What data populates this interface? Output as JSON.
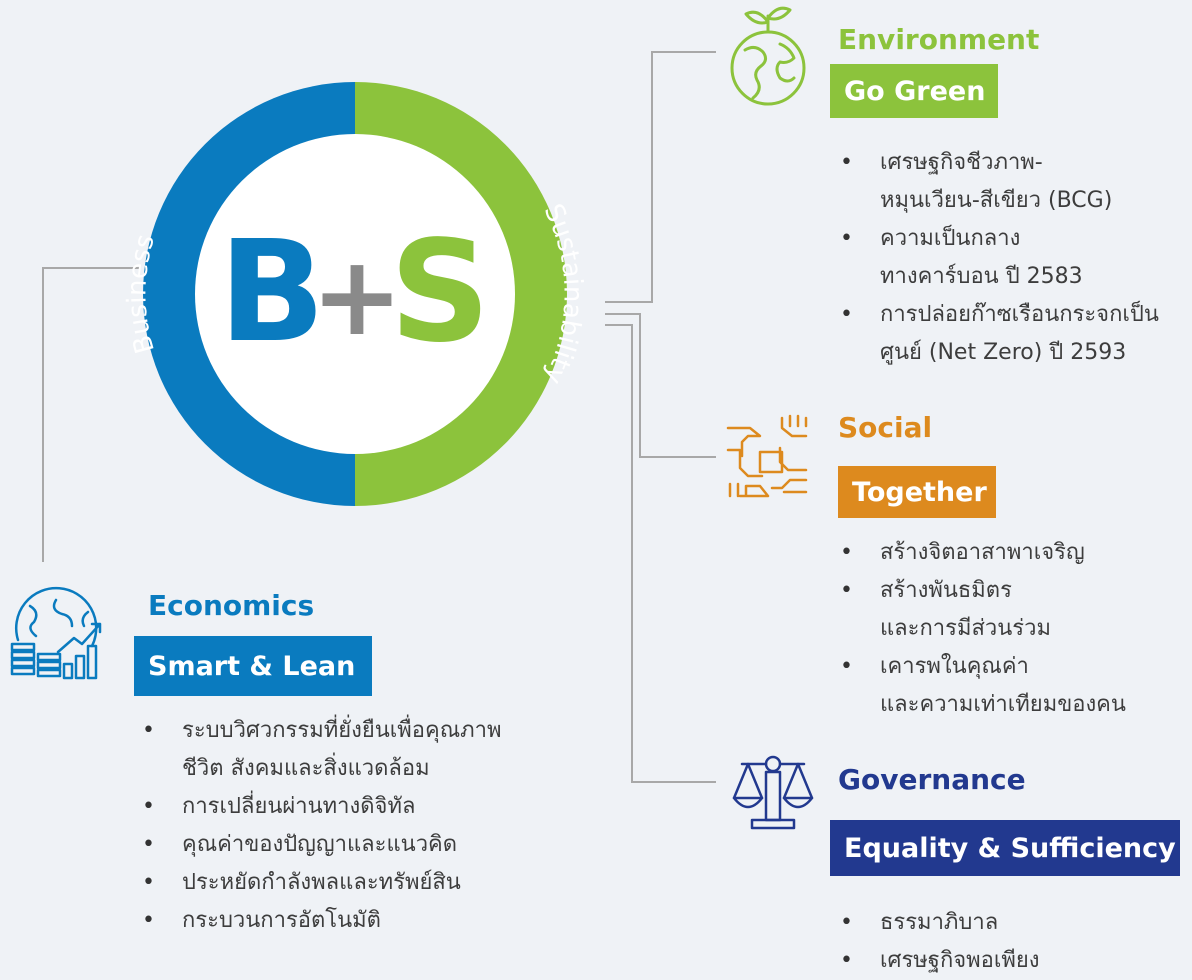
{
  "center": {
    "left_letter": "B",
    "plus": "+",
    "right_letter": "S",
    "left_ring_label": "Business",
    "right_ring_label": "Sustainability"
  },
  "colors": {
    "blue": "#0a7bbf",
    "green": "#8cc33c",
    "orange": "#dd8a1e",
    "navy": "#22398f",
    "plus_gray": "#8a8a8a",
    "connector_gray": "#a8a8a8"
  },
  "pillars": {
    "environment": {
      "category": "Environment",
      "tagline": "Go Green",
      "icon": "globe-sprout-icon",
      "bullets": [
        [
          "เศรษฐกิจชีวภาพ-",
          "หมุนเวียน-สีเขียว (BCG)"
        ],
        [
          "ความเป็นกลาง",
          "ทางคาร์บอน ปี 2583"
        ],
        [
          "การปล่อยก๊าซเรือนกระจกเป็น",
          "ศูนย์ (Net Zero) ปี 2593"
        ]
      ]
    },
    "social": {
      "category": "Social",
      "tagline": "Together",
      "icon": "linked-hands-icon",
      "bullets": [
        [
          "สร้างจิตอาสาพาเจริญ"
        ],
        [
          "สร้างพันธมิตร",
          "และการมีส่วนร่วม"
        ],
        [
          "เคารพในคุณค่า",
          "และความเท่าเทียมของคน"
        ]
      ]
    },
    "governance": {
      "category": "Governance",
      "tagline": "Equality & Sufficiency",
      "icon": "balance-scale-icon",
      "bullets": [
        [
          "ธรรมาภิบาล"
        ],
        [
          "เศรษฐกิจพอเพียง"
        ]
      ]
    },
    "economics": {
      "category": "Economics",
      "tagline": "Smart & Lean",
      "icon": "globe-coins-growth-icon",
      "bullets": [
        [
          "ระบบวิศวกรรมที่ยั่งยืนเพื่อคุณภาพ",
          "ชีวิต สังคมและสิ่งแวดล้อม"
        ],
        [
          "การเปลี่ยนผ่านทางดิจิทัล"
        ],
        [
          "คุณค่าของปัญญาและแนวคิด"
        ],
        [
          "ประหยัดกำลังพลและทรัพย์สิน"
        ],
        [
          "กระบวนการอัตโนมัติ"
        ]
      ]
    }
  }
}
